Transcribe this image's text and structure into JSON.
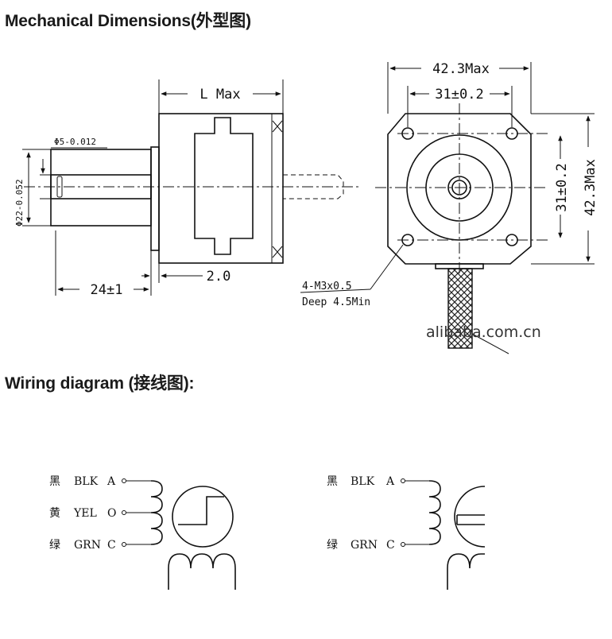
{
  "headings": {
    "mechanical": "Mechanical Dimensions(外型图)",
    "wiring": "Wiring diagram (接线图):"
  },
  "mechanical": {
    "length_label": "L Max",
    "shaft_diameter": "Φ5-0.012",
    "flange_diameter": "Φ22-0.052",
    "shaft_length": "24±1",
    "flange_thickness": "2.0",
    "body_width": "42.3Max",
    "hole_spacing_h": "31±0.2",
    "hole_spacing_v": "31±0.2",
    "body_height": "42.3Max",
    "screw_spec": "4-M3x0.5",
    "screw_depth": "Deep 4.5Min",
    "watermark": "alibaba.com.cn"
  },
  "wiring": {
    "left": [
      {
        "cn": "黑",
        "code": "BLK",
        "terminal": "A"
      },
      {
        "cn": "黄",
        "code": "YEL",
        "terminal": "O"
      },
      {
        "cn": "绿",
        "code": "GRN",
        "terminal": "C"
      }
    ],
    "right": [
      {
        "cn": "黑",
        "code": "BLK",
        "terminal": "A"
      },
      {
        "cn": "绿",
        "code": "GRN",
        "terminal": "C"
      }
    ]
  },
  "colors": {
    "line": "#111111",
    "background": "#ffffff"
  }
}
